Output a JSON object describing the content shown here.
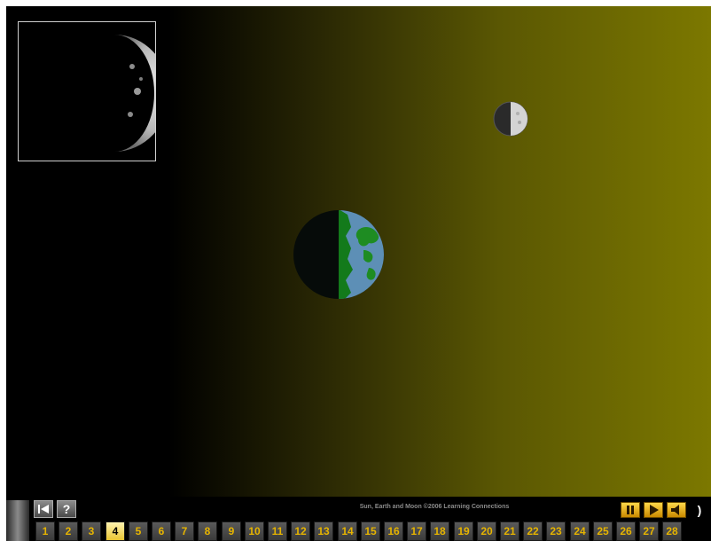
{
  "credit": "Sun, Earth and Moon  ©2006 Learning Connections",
  "help_label": "?",
  "more_label": ")",
  "pages": [
    "1",
    "2",
    "3",
    "4",
    "5",
    "6",
    "7",
    "8",
    "9",
    "10",
    "11",
    "12",
    "13",
    "14",
    "15",
    "16",
    "17",
    "18",
    "19",
    "20",
    "21",
    "22",
    "23",
    "24",
    "25",
    "26",
    "27",
    "28"
  ],
  "active_page": "4",
  "colors": {
    "accent": "#e6b400",
    "stage_end": "#7c7800"
  }
}
